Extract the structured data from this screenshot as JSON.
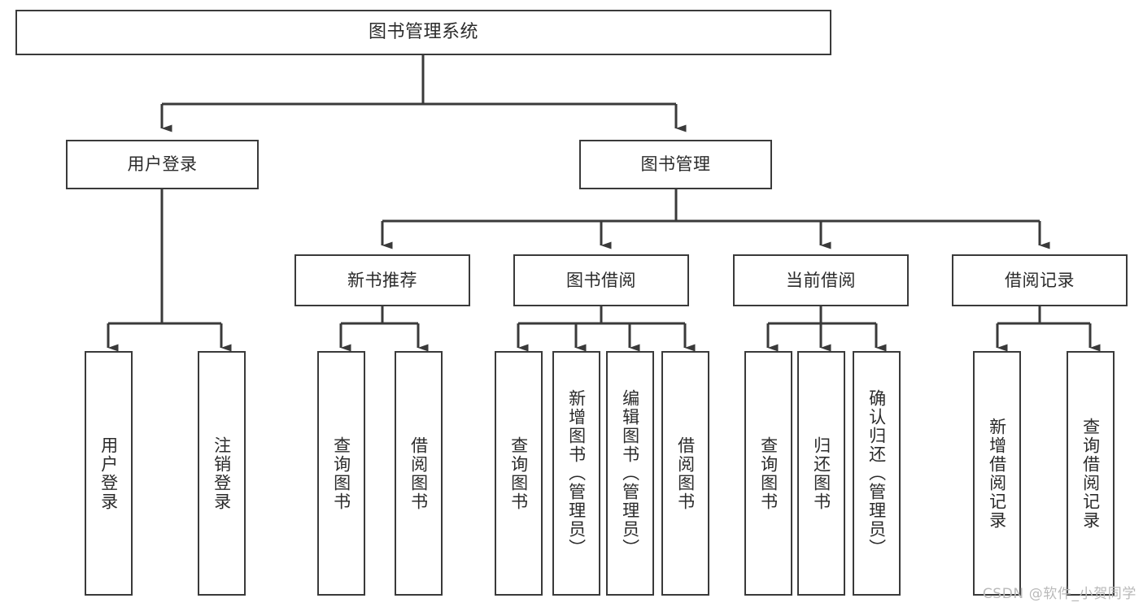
{
  "diagram": {
    "title": "图书管理系统",
    "type": "hierarchy-tree",
    "watermark": "CSDN @软件_小贺同学",
    "colors": {
      "box_border": "#3a3a3a",
      "box_fill": "#ffffff",
      "connector": "#3a3a3a",
      "text": "#2b2b2b",
      "watermark": "#b9b9b9",
      "background": "#ffffff"
    },
    "levels": {
      "level0": [
        {
          "id": "root",
          "label": "图书管理系统"
        }
      ],
      "level1": [
        {
          "id": "user-login",
          "label": "用户登录",
          "parent": "root"
        },
        {
          "id": "book-manage",
          "label": "图书管理",
          "parent": "root"
        }
      ],
      "level2": [
        {
          "id": "new-book-rec",
          "label": "新书推荐",
          "parent": "book-manage"
        },
        {
          "id": "book-borrow",
          "label": "图书借阅",
          "parent": "book-manage"
        },
        {
          "id": "current-borrow",
          "label": "当前借阅",
          "parent": "book-manage"
        },
        {
          "id": "borrow-record",
          "label": "借阅记录",
          "parent": "book-manage"
        }
      ],
      "leaves": [
        {
          "id": "leaf-user-login",
          "label": "用户登录",
          "parent": "user-login"
        },
        {
          "id": "leaf-user-logout",
          "label": "注销登录",
          "parent": "user-login"
        },
        {
          "id": "leaf-rec-query-book",
          "label": "查询图书",
          "parent": "new-book-rec"
        },
        {
          "id": "leaf-rec-borrow-book",
          "label": "借阅图书",
          "parent": "new-book-rec"
        },
        {
          "id": "leaf-borrow-query-book",
          "label": "查询图书",
          "parent": "book-borrow"
        },
        {
          "id": "leaf-borrow-add-book",
          "label": "新增图书（管理员）",
          "parent": "book-borrow"
        },
        {
          "id": "leaf-borrow-edit-book",
          "label": "编辑图书（管理员）",
          "parent": "book-borrow"
        },
        {
          "id": "leaf-borrow-borrow-book",
          "label": "借阅图书",
          "parent": "book-borrow"
        },
        {
          "id": "leaf-cur-query-book",
          "label": "查询图书",
          "parent": "current-borrow"
        },
        {
          "id": "leaf-cur-return-book",
          "label": "归还图书",
          "parent": "current-borrow"
        },
        {
          "id": "leaf-cur-confirm-return",
          "label": "确认归还（管理员）",
          "parent": "current-borrow"
        },
        {
          "id": "leaf-rec-add-record",
          "label": "新增借阅记录",
          "parent": "borrow-record"
        },
        {
          "id": "leaf-rec-query-record",
          "label": "查询借阅记录",
          "parent": "borrow-record"
        }
      ]
    }
  }
}
